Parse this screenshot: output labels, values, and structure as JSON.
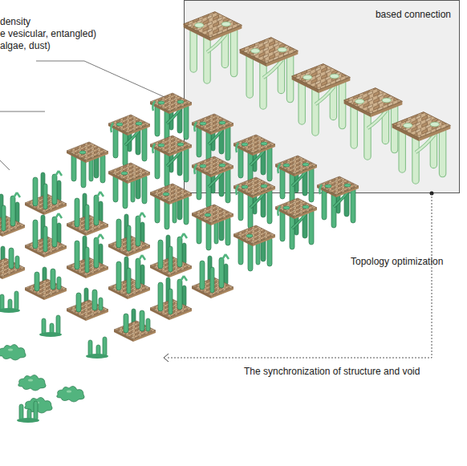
{
  "diagram": {
    "nodes": [
      {
        "text": [
          "based connection"
        ]
      }
    ],
    "labels": [
      "density",
      "e vesicular, entangled)",
      "algae, dust)",
      "Topology optimization",
      "The synchronization of structure and void"
    ]
  }
}
